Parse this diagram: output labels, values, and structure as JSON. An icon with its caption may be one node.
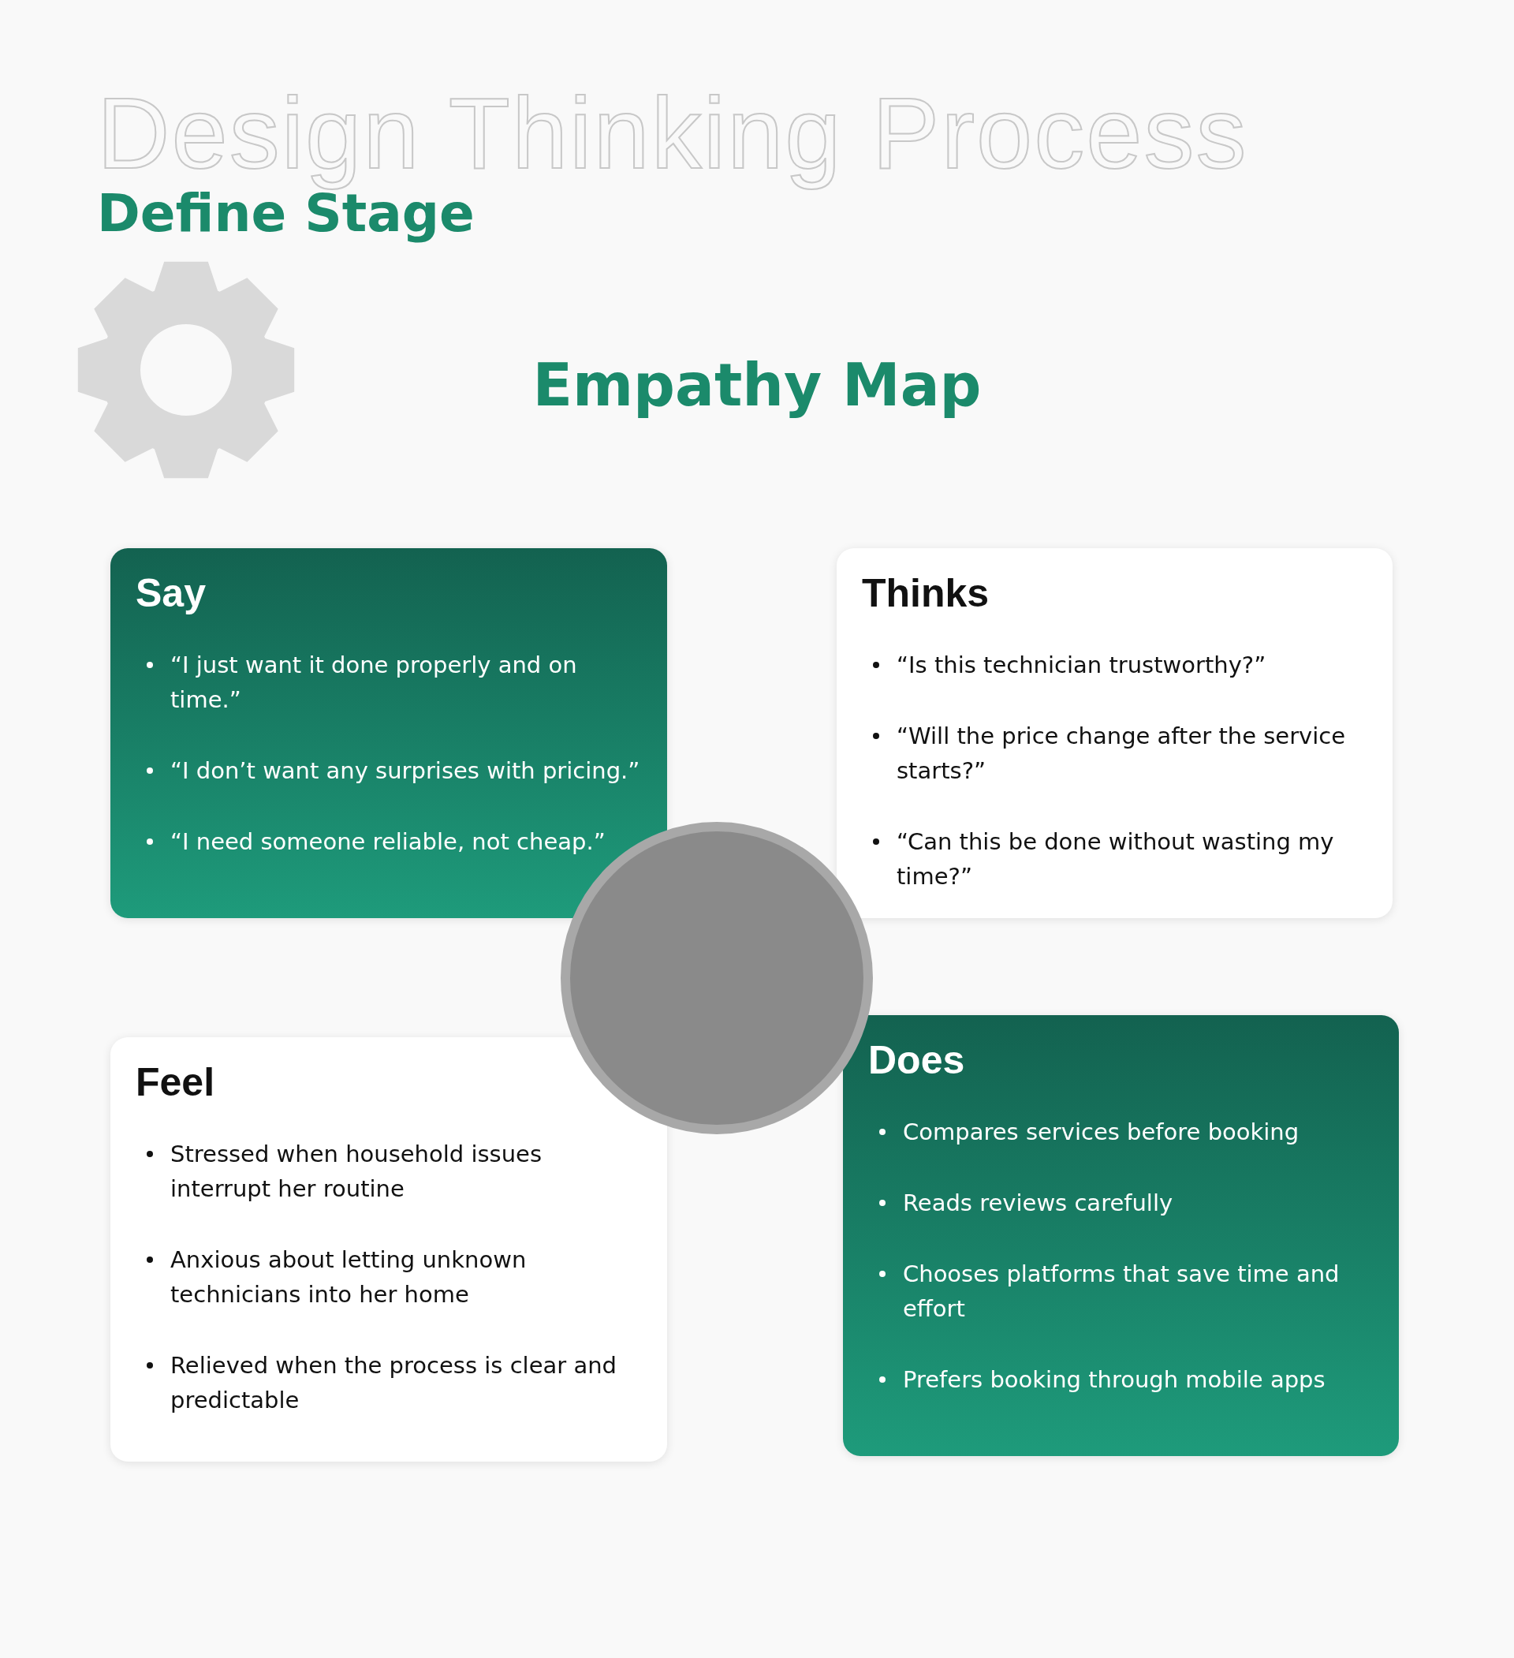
{
  "diagram": {
    "title": "Design Thinking Process",
    "nodes": [
      {
        "text": [
          "Say",
          "“I just want it done properly and on time.”",
          "“I don’t want any surprises with pricing.”",
          "“I need someone reliable, not cheap.”"
        ]
      },
      {
        "text": [
          "Thinks",
          "“Is this technician trustworthy?”",
          "“Will the price change after the service starts?”",
          "“Can this be done without wasting my time?”"
        ]
      },
      {
        "text": [
          "Feel",
          "Stressed when household issues interrupt her routine",
          "Anxious about letting unknown technicians into her home",
          "Relieved when the process is clear and predictable"
        ]
      },
      {
        "text": [
          "Does",
          "Compares services before booking",
          "Reads reviews carefully",
          "Chooses platforms that save time and effort",
          "Prefers booking through mobile apps"
        ]
      },
      {
        "text": [],
        "shape": "circle"
      }
    ],
    "edges": [],
    "labels": [
      "Define Stage",
      "Empathy Map"
    ]
  }
}
